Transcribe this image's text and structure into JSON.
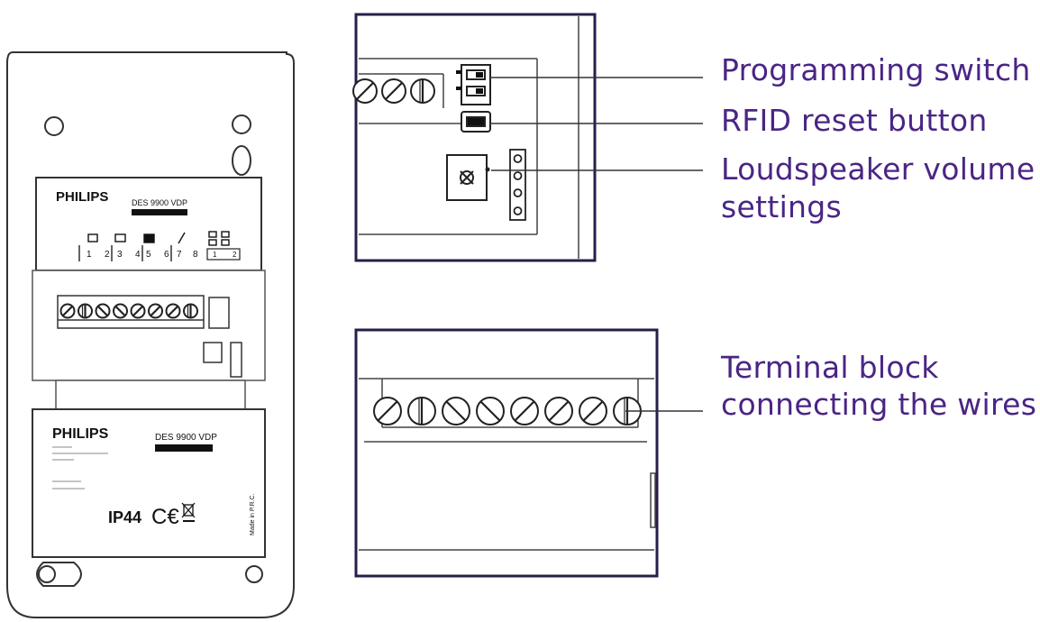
{
  "callouts": {
    "programming_switch": "Programming switch",
    "rfid_reset": "RFID reset button",
    "volume_line1": "Loudspeaker volume",
    "volume_line2": "settings",
    "terminal_line1": "Terminal block",
    "terminal_line2": "connecting the wires"
  },
  "device": {
    "top_label": {
      "brand": "PHILIPS",
      "model": "DES 9900 VDP",
      "terminal_numbers": [
        "1",
        "2",
        "3",
        "4",
        "5",
        "6",
        "7",
        "8"
      ],
      "switch_numbers": [
        "1",
        "2"
      ]
    },
    "bottom_label": {
      "brand": "PHILIPS",
      "model": "DES 9900 VDP",
      "rating": "IP44",
      "origin": "Made in P.R.C."
    }
  },
  "colors": {
    "callout_text": "#4a2585",
    "frame": "#2a1d4a",
    "line": "#333333"
  }
}
